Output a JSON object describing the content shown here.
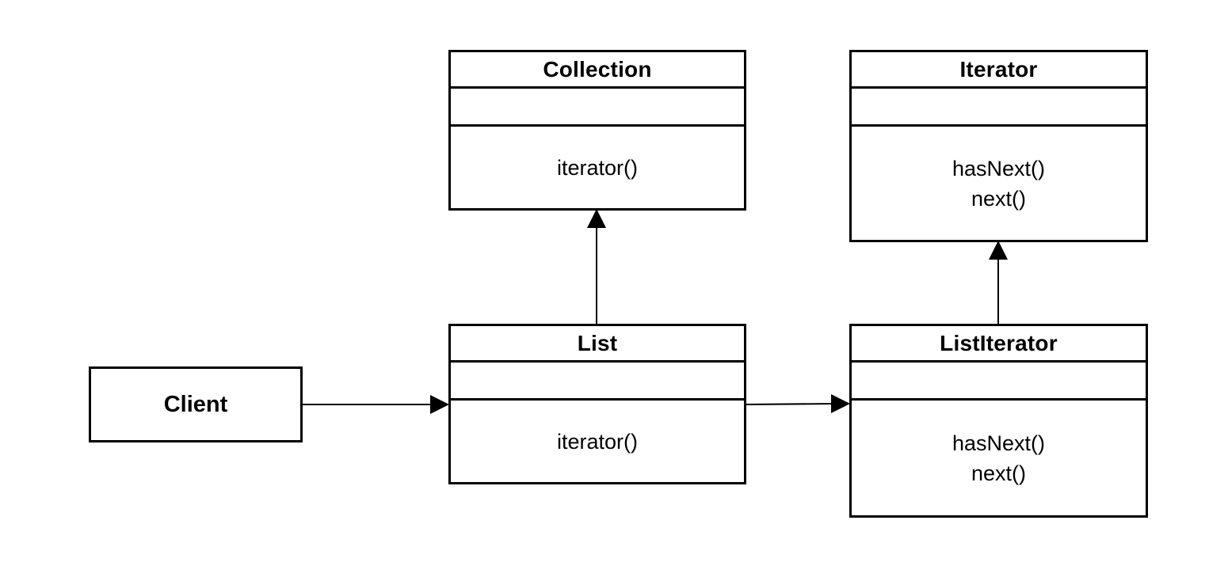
{
  "diagram": {
    "client": {
      "label": "Client"
    },
    "collection": {
      "name": "Collection",
      "operations": [
        "iterator()"
      ]
    },
    "iterator": {
      "name": "Iterator",
      "operations": [
        "hasNext()",
        "next()"
      ]
    },
    "list": {
      "name": "List",
      "operations": [
        "iterator()"
      ]
    },
    "list_iterator": {
      "name": "ListIterator",
      "operations": [
        "hasNext()",
        "next()"
      ]
    }
  }
}
